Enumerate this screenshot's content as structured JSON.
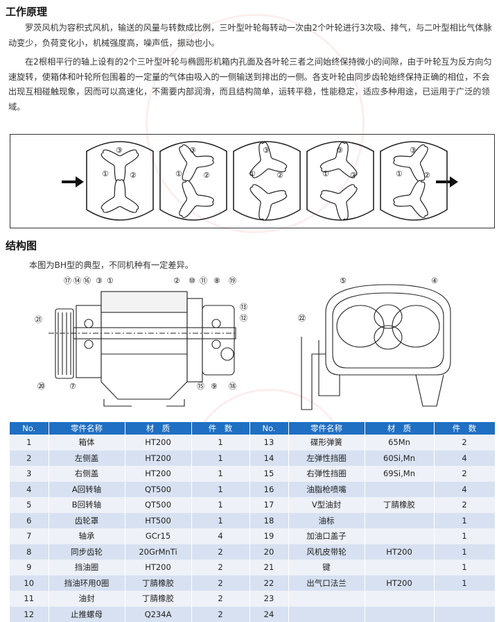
{
  "principle": {
    "title": "工作原理",
    "paragraphs": [
      "罗茨风机为容积式风机，输送的风量与转数成比例，三叶型叶轮每转动一次由2个叶轮进行3次吸、排气，与二叶型相比气体脉动变少，负荷变化小，机械强度高，噪声低，振动也小。",
      "在2根相平行的轴上设有的2个三叶型叶轮与椭圆形机箱内孔面及各叶轮三者之间始终保持微小的间隙，由于叶轮互为反方向匀速旋转，使箱体和叶轮所包围着的一定量的气体由吸入的一侧输送到排出的一侧。各支叶轮由同步齿轮始终保持正确的相位，不会出现互相碰触现象，因而可以高速化，不需要内部润滑，而且结构简单，运转平稳，性能稳定，适应多种用途，已运用于广泛的领域。"
    ],
    "stage_labels": [
      "①",
      "②",
      "③"
    ]
  },
  "structure": {
    "title": "结构图",
    "note": "本图为BH型的典型，不同机种有一定差异。",
    "callouts_left": [
      "⑰",
      "⑭",
      "⑯",
      "③",
      "①",
      "②",
      "⑩",
      "⑪",
      "⑧",
      "⑲",
      "⑬",
      "⑫",
      "㉑",
      "⑦",
      "⑳",
      "⑮",
      "⑨",
      "⑱"
    ],
    "callouts_right": [
      "⑤",
      "④",
      "㉒"
    ]
  },
  "parts_table": {
    "headers": [
      "No.",
      "零件名称",
      "材　质",
      "件　数",
      "No.",
      "零件名称",
      "材　质",
      "件　数"
    ],
    "rows": [
      [
        "1",
        "箱体",
        "HT200",
        "1",
        "13",
        "碟形弹簧",
        "65Mn",
        "2"
      ],
      [
        "2",
        "左侧盖",
        "HT200",
        "1",
        "14",
        "左弹性挡圈",
        "60Si,Mn",
        "4"
      ],
      [
        "3",
        "右侧盖",
        "HT200",
        "1",
        "15",
        "右弹性挡圈",
        "69Si,Mn",
        "2"
      ],
      [
        "4",
        "A回转轴",
        "QT500",
        "1",
        "16",
        "油脂枪喷嘴",
        "",
        "4"
      ],
      [
        "5",
        "B回转轴",
        "QT500",
        "1",
        "17",
        "V型油封",
        "丁腈橡胶",
        "2"
      ],
      [
        "6",
        "齿轮罩",
        "HT500",
        "1",
        "18",
        "油标",
        "",
        "1"
      ],
      [
        "7",
        "轴承",
        "GCr15",
        "4",
        "19",
        "加油口盖子",
        "",
        "1"
      ],
      [
        "8",
        "同步齿轮",
        "20GrMnTi",
        "2",
        "20",
        "风机皮带轮",
        "HT200",
        "1"
      ],
      [
        "9",
        "挡油圈",
        "HT200",
        "2",
        "21",
        "键",
        "",
        "1"
      ],
      [
        "10",
        "挡油环用0圈",
        "丁腈橡胶",
        "2",
        "22",
        "出气口法兰",
        "HT200",
        "1"
      ],
      [
        "11",
        "油封",
        "丁腈橡胶",
        "2",
        "23",
        "",
        "",
        ""
      ],
      [
        "12",
        "止推螺母",
        "Q234A",
        "2",
        "24",
        "",
        "",
        ""
      ]
    ]
  },
  "colors": {
    "header_blue": "#1f6fc3",
    "row_light": "#eef1f8",
    "row_dark": "#d7e1f1"
  }
}
